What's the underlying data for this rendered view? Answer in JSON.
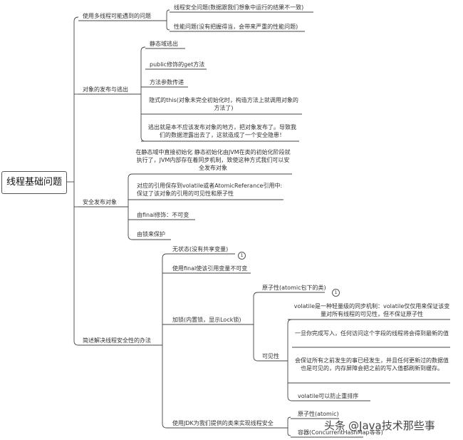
{
  "root": "线程基础问题",
  "branches": {
    "b1": {
      "label": "使用多线程可能遇到的问题",
      "items": [
        "线程安全问题(数据跟我们想象中运行的结果不一致)",
        "性能问题(没有把握得当，会带来严重的性能问题)"
      ]
    },
    "b2": {
      "label": "对象的发布与逃出",
      "items": [
        "静态域逃出",
        "public修饰的get方法",
        "方法参数传递",
        "隐式的this(对象未完全初始化时，构造方法上就调用对象的方法了)",
        "逃出就是本不应该发布对象的地方，把对象发布了。导致我们的数据泄露出去了，这就造成了一个安全隐患！"
      ]
    },
    "b3": {
      "label": "安全发布对象",
      "items": [
        "在静态域中直接初始化 静态初始化由JVM在类的初始化阶段就执行了，JVM内部存在着同步机制，致使这种方式我们可以安全发布对象",
        "对应的引用保存到volatile或者AtomicReferance引用中:保证了该对象的引用的可见性和原子性",
        "由final修饰：不可变",
        "由锁来保护"
      ]
    },
    "b4": {
      "label": "简述解决线程安全性的办法",
      "items": {
        "stateless": "无状态(没有共享变量)",
        "final_ref": "使用final使该引用变量不可变",
        "lock": "加锁(内置锁，显示Lock锁)",
        "atomicity": "原子性(atomic包下的类)",
        "visibility": "可见性",
        "vis_items": [
          "volatile是一种轻量级的同步机制：volatile仅仅用来保证该变量对所有线程的可见性，但不保证原子性",
          "一旦你完成写入，任何访问这个字段的线程将会得到最新的值",
          "会保证所有之前发生的事已经发生，并且任何更新过的数据值也是可见的，内存屏障会把之前的写入值都刷新到缓存。",
          "volatile可以防止重排序"
        ],
        "jdk": "使用JDK为我们提供的类来实现线程安全",
        "jdk_atomic": "原子性(atomic)",
        "jdk_container": "容器(ConcurrentHashMap等等)"
      }
    }
  },
  "badges": [
    "1",
    "1"
  ],
  "watermark": {
    "platform": "头条",
    "handle": "@Java技术那些事"
  }
}
